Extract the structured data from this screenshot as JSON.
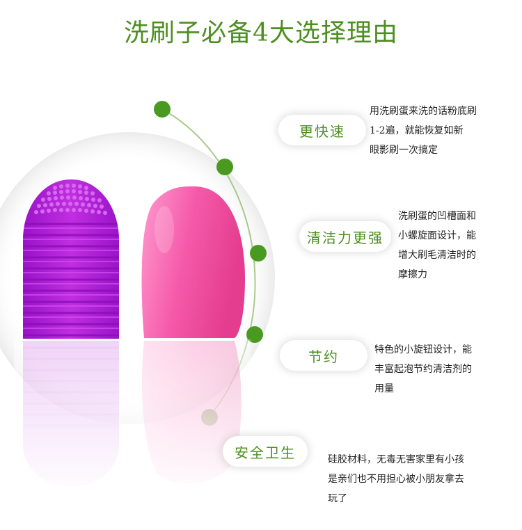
{
  "title": "洗刷子必备4大选择理由",
  "colors": {
    "accent_green": "#4c8f1f",
    "dot_green": "#4a9a22",
    "purple_product": "#b01fd6",
    "pink_product": "#f35aa6"
  },
  "products": {
    "purple_cleaner": "purple-brush-cleaner-egg",
    "pink_cleaner": "pink-brush-cleaner-egg"
  },
  "features": [
    {
      "label": "更快速",
      "lines": [
        "用洗刷蛋来洗的话粉底刷",
        "1-2遍，就能恢复如新",
        "眼影刷一次搞定"
      ]
    },
    {
      "label": "清洁力更强",
      "lines": [
        "洗刷蛋的凹槽面和",
        "小螺旋面设计，能",
        "增大刷毛清洁时的",
        "摩擦力"
      ]
    },
    {
      "label": "节约",
      "lines": [
        "特色的小旋钮设计，能",
        "丰富起泡节约清洁剂的",
        "用量"
      ]
    },
    {
      "label": "安全卫生",
      "lines": [
        "硅胶材料，无毒无害家里有小孩",
        "是亲们也不用担心被小朋友拿去",
        "玩了"
      ]
    }
  ]
}
